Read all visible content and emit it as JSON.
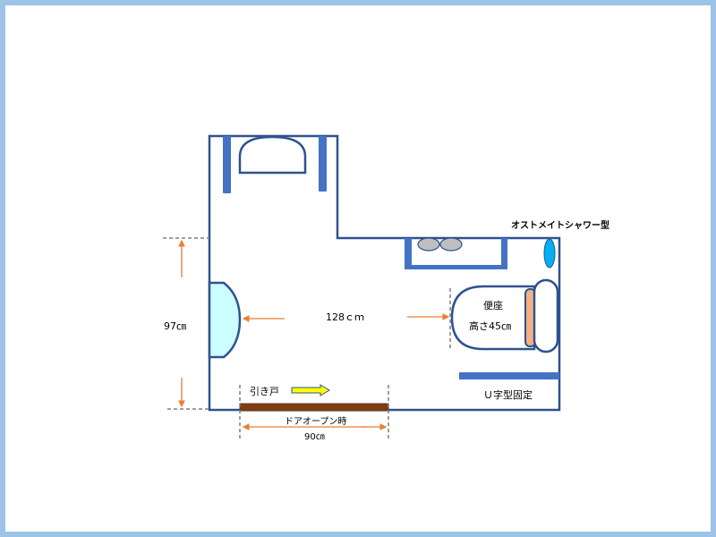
{
  "title": "オストメイトシャワー型",
  "labels": {
    "height_dim": "97㎝",
    "width_dim": "128ｃｍ",
    "seat": "便座",
    "seat_height": "高さ45㎝",
    "grab_bar": "Ｕ字型固定",
    "sliding_door": "引き戸",
    "door_open": "ドアオープン時",
    "door_width": "90㎝"
  },
  "colors": {
    "frame": "#9dc3e6",
    "wall": "#2f528f",
    "bar": "#4472c4",
    "dimension": "#ed7d31",
    "door": "#843c0c",
    "sink_fill": "#ccffff",
    "seat_back": "#f4b183",
    "shower": "#00b0f0",
    "arrow": "#ffff00"
  }
}
